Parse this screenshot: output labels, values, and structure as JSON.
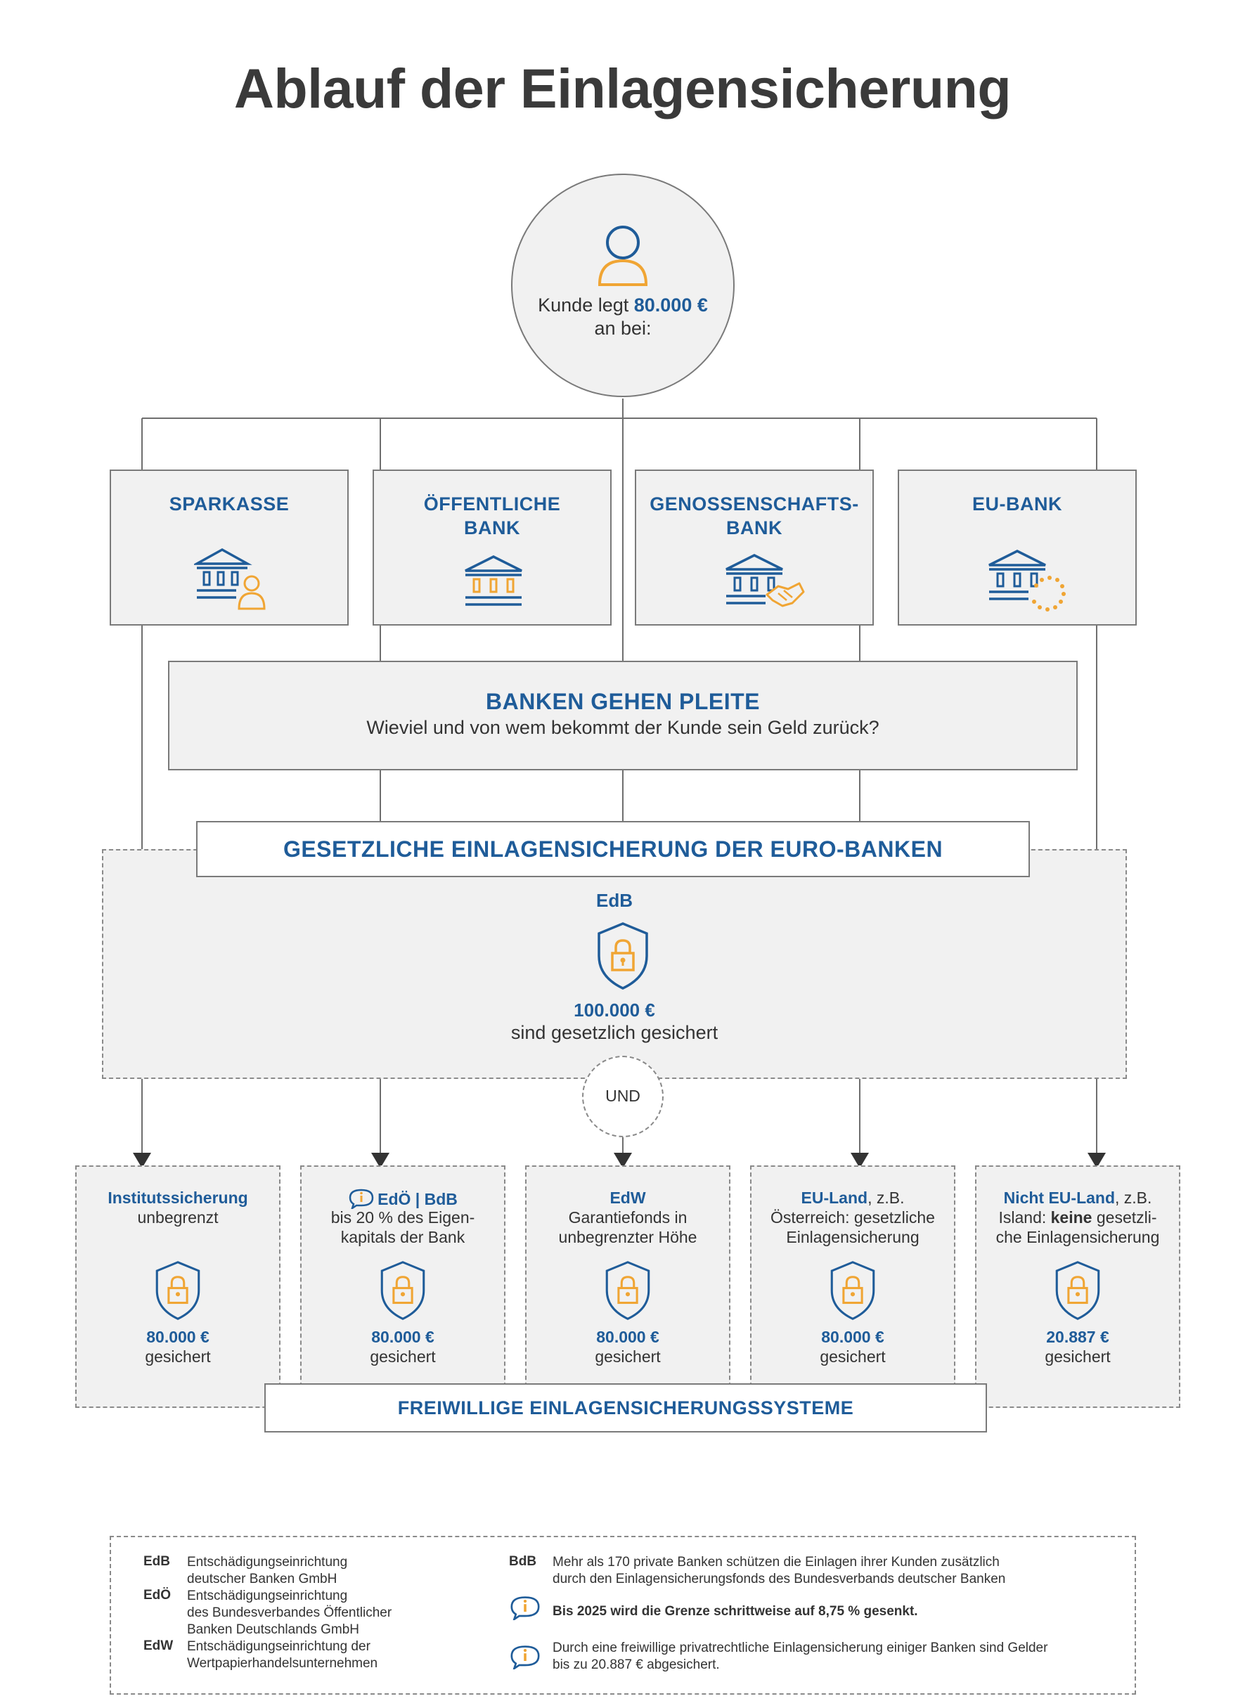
{
  "title": "Ablauf der Einlagensicherung",
  "customer": {
    "line1_prefix": "Kunde legt ",
    "amount": "80.000 €",
    "line2": "an bei:"
  },
  "banks": [
    {
      "label_line1": "SPARKASSE",
      "label_line2": "",
      "icon": "bank-customer-icon"
    },
    {
      "label_line1": "ÖFFENTLICHE",
      "label_line2": "BANK",
      "icon": "bank-icon"
    },
    {
      "label_line1": "GENOSSENSCHAFTS-",
      "label_line2": "BANK",
      "icon": "bank-handshake-icon"
    },
    {
      "label_line1": "EU-BANK",
      "label_line2": "",
      "icon": "bank-eu-stars-icon"
    }
  ],
  "failure": {
    "heading": "BANKEN GEHEN PLEITE",
    "question": "Wieviel und von wem bekommt der Kunde sein Geld zurück?"
  },
  "statutory": {
    "banner": "GESETZLICHE EINLAGENSICHERUNG DER EURO-BANKEN",
    "org": "EdB",
    "amount": "100.000 €",
    "caption": "sind gesetzlich gesichert"
  },
  "und_label": "UND",
  "voluntary": [
    {
      "head": "Institutssicherung",
      "head_suffix": "",
      "line2": "unbegrenzt",
      "line3": "",
      "amount": "80.000 €",
      "caption": "gesichert",
      "has_info": false
    },
    {
      "head": "EdÖ | BdB",
      "head_suffix": "",
      "line2": "bis 20 % des Eigen-",
      "line3": "kapitals der Bank",
      "amount": "80.000 €",
      "caption": "gesichert",
      "has_info": true
    },
    {
      "head": "EdW",
      "head_suffix": "",
      "line2": "Garantiefonds in",
      "line3": "unbegrenzter Höhe",
      "amount": "80.000 €",
      "caption": "gesichert",
      "has_info": false
    },
    {
      "head": "EU-Land",
      "head_suffix": ", z.B.",
      "line2": "Österreich: gesetzliche",
      "line3": "Einlagensicherung",
      "amount": "80.000 €",
      "caption": "gesichert",
      "has_info": false
    },
    {
      "head": "Nicht EU-Land",
      "head_suffix": ", z.B.",
      "line2_prefix": "Island: ",
      "line2_bold": "keine",
      "line2_suffix": " gesetzli-",
      "line3": "che Einlagensicherung",
      "amount": "20.887 €",
      "caption": "gesichert",
      "has_info": false
    }
  ],
  "voluntary_banner": "FREIWILLIGE EINLAGENSICHERUNGSSYSTEME",
  "legend": {
    "left": [
      {
        "key": "EdB",
        "lines": [
          "Entschädigungseinrichtung",
          "deutscher Banken GmbH"
        ]
      },
      {
        "key": "EdÖ",
        "lines": [
          "Entschädigungseinrichtung",
          "des Bundesverbandes Öffentlicher",
          "Banken Deutschlands GmbH"
        ]
      },
      {
        "key": "EdW",
        "lines": [
          "Entschädigungseinrichtung der",
          "Wertpapierhandelsunternehmen"
        ]
      }
    ],
    "bdb_key": "BdB",
    "bdb_lines": [
      "Mehr als 170 private Banken schützen die Einlagen ihrer Kunden zusätzlich",
      "durch den Einlagensicherungsfonds des Bundesverbands deutscher Banken"
    ],
    "info1": "Bis 2025 wird die Grenze schrittweise auf 8,75 % gesenkt.",
    "info2_lines": [
      "Durch eine freiwillige privatrechtliche Einlagensicherung einiger Banken sind Gelder",
      "bis zu 20.887 € abgesichert."
    ]
  },
  "colors": {
    "blue": "#1f5c99",
    "orange": "#f0a534",
    "box_fill": "#f1f1f1",
    "border": "#7a7a7a"
  }
}
